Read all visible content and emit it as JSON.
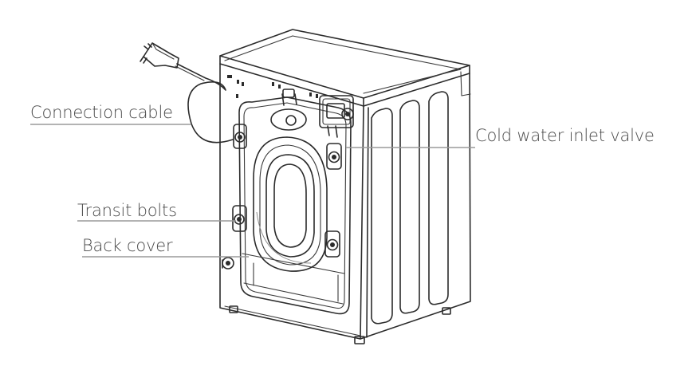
{
  "labels": {
    "connection_cable": "Connection cable",
    "cold_water_inlet_valve": "Cold water inlet valve",
    "transit_bolts": "Transit bolts",
    "back_cover": "Back cover"
  },
  "colors": {
    "line": "#2b2b2b",
    "leader": "#9a9a9a",
    "label_text": "#4a4a4a",
    "background": "#ffffff"
  }
}
